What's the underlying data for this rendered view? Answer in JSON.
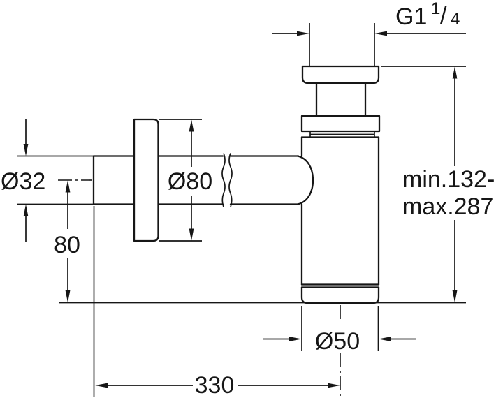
{
  "drawing": {
    "background_color": "#ffffff",
    "line_color": "#161616",
    "labels": {
      "thread": {
        "main": "G1",
        "numerator": "1",
        "slash": "/",
        "denominator": "4"
      },
      "inlet_diameter": "Ø32",
      "flange_diameter": "Ø80",
      "inlet_center_height": "80",
      "height_range_line1": "min.132-",
      "height_range_line2": "max.287",
      "outlet_diameter": "Ø50",
      "overall_length": "330"
    }
  }
}
